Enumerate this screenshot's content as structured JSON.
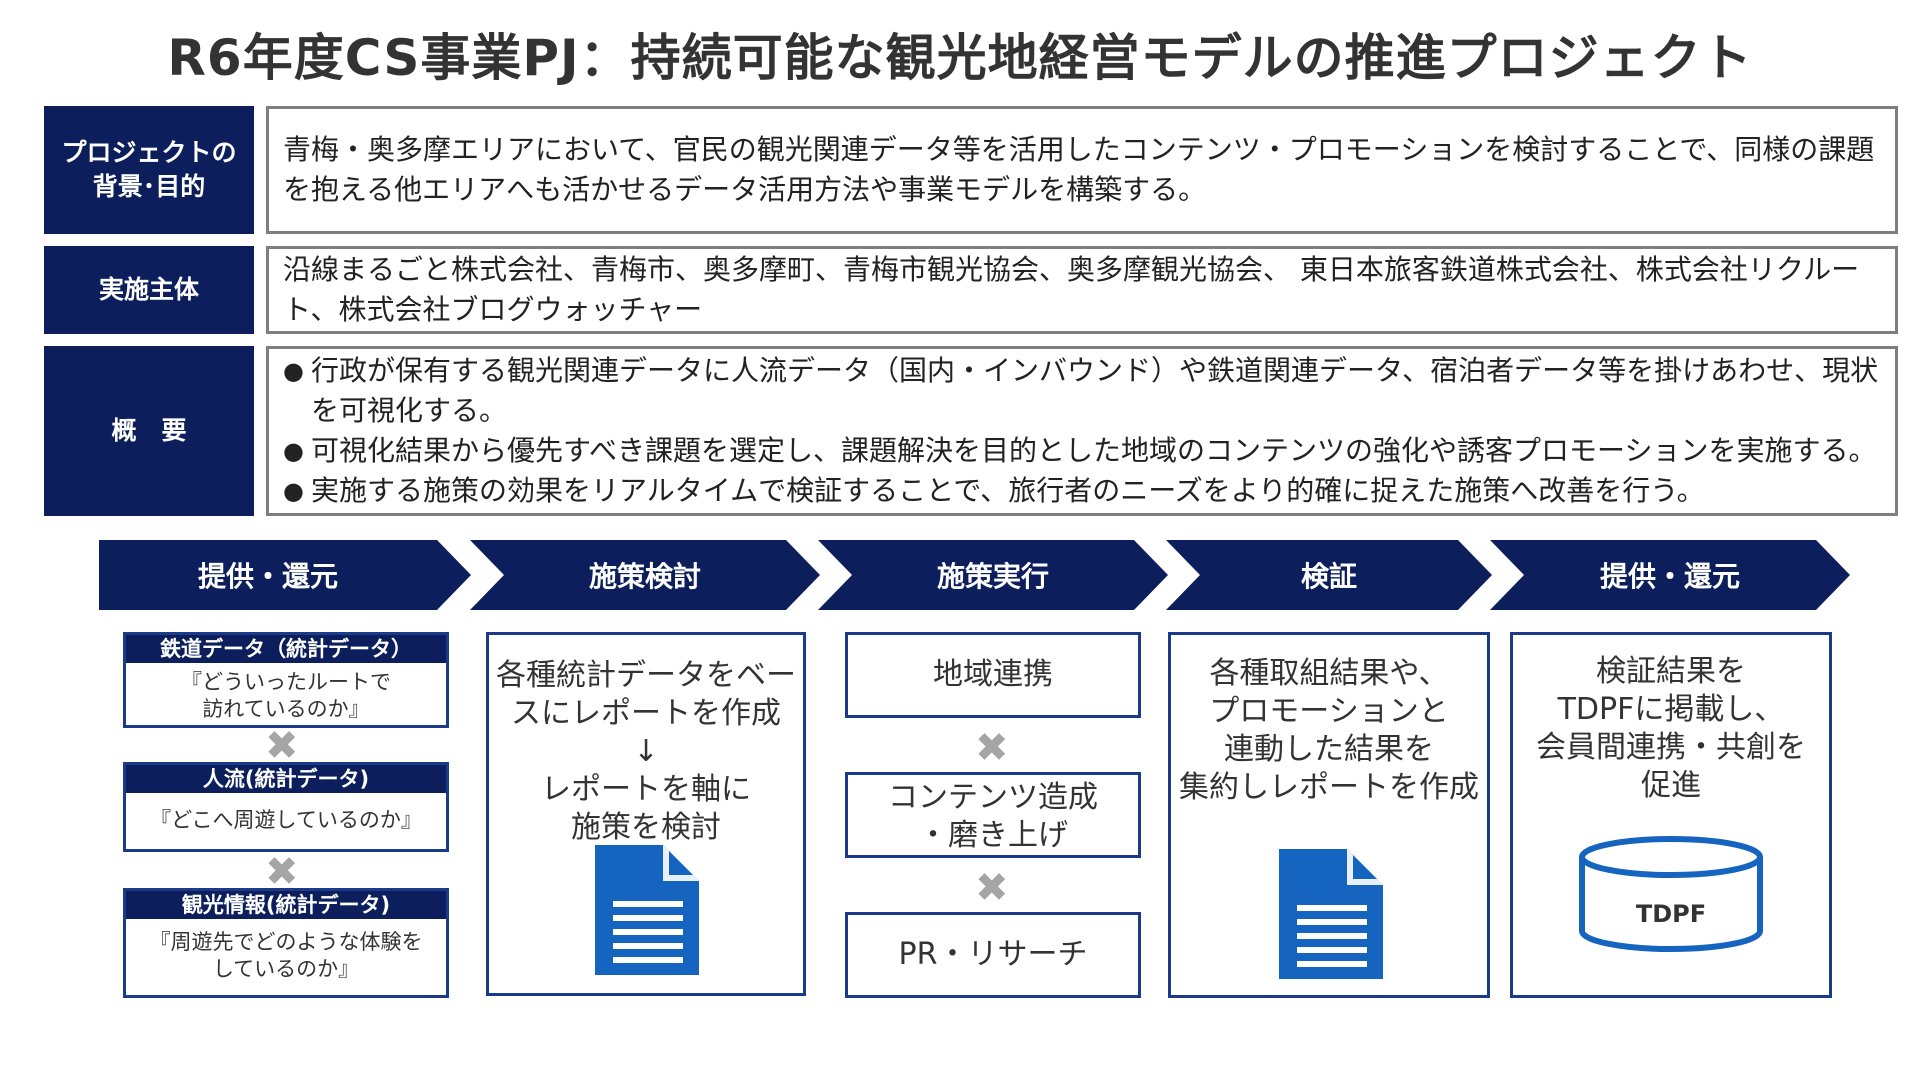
{
  "title": "R6年度CS事業PJ：持続可能な観光地経営モデルの推進プロジェクト",
  "rows": {
    "purpose": {
      "label": "プロジェクトの\n背景･目的",
      "text": "青梅・奥多摩エリアにおいて、官民の観光関連データ等を活用したコンテンツ・プロモーションを検討することで、同様の課題を抱える他エリアへも活かせるデータ活用方法や事業モデルを構築する。"
    },
    "entities": {
      "label": "実施主体",
      "text": "沿線まるごと株式会社、青梅市、奥多摩町、青梅市観光協会、奥多摩観光協会、 東日本旅客鉄道株式会社、株式会社リクルート、株式会社ブログウォッチャー"
    },
    "overview": {
      "label": "概　要",
      "bullet_symbol": "●",
      "bullets": [
        "行政が保有する観光関連データに人流データ（国内・インバウンド）や鉄道関連データ、宿泊者データ等を掛けあわせ、現状を可視化する。",
        "可視化結果から優先すべき課題を選定し、課題解決を目的とした地域のコンテンツの強化や誘客プロモーションを実施する。",
        "実施する施策の効果をリアルタイムで検証することで、旅行者のニーズをより的確に捉えた施策へ改善を行う。"
      ]
    }
  },
  "steps": [
    "提供・還元",
    "施策検討",
    "施策実行",
    "検証",
    "提供・還元"
  ],
  "data_sources": [
    {
      "header": "鉄道データ（統計データ）",
      "body": "『どういったルートで\n訪れているのか』"
    },
    {
      "header": "人流(統計データ)",
      "body": "『どこへ周遊しているのか』"
    },
    {
      "header": "観光情報(統計データ)",
      "body": "『周遊先でどのような体験を\nしているのか』"
    }
  ],
  "cross_symbol": "✖",
  "review": {
    "text": "各種統計データをベースにレポートを作成\n↓\nレポートを軸に\n施策を検討",
    "icon": "document-icon"
  },
  "execution": [
    "地域連携",
    "コンテンツ造成\n・磨き上げ",
    "PR・リサーチ"
  ],
  "verification": {
    "text": "各種取組結果や、\nプロモーションと\n連動した結果を\n集約しレポートを作成",
    "icon": "document-icon"
  },
  "feedback": {
    "text": "検証結果を\nTDPFに掲載し、\n会員間連携・共創を\n促進",
    "db_label": "TDPF",
    "icon": "database-icon"
  },
  "colors": {
    "navy": "#0c1f5c",
    "blue": "#1b3a8a",
    "icon_blue": "#1565c0",
    "gray_border": "#7f7f7f",
    "cross": "#a5a5a5"
  }
}
